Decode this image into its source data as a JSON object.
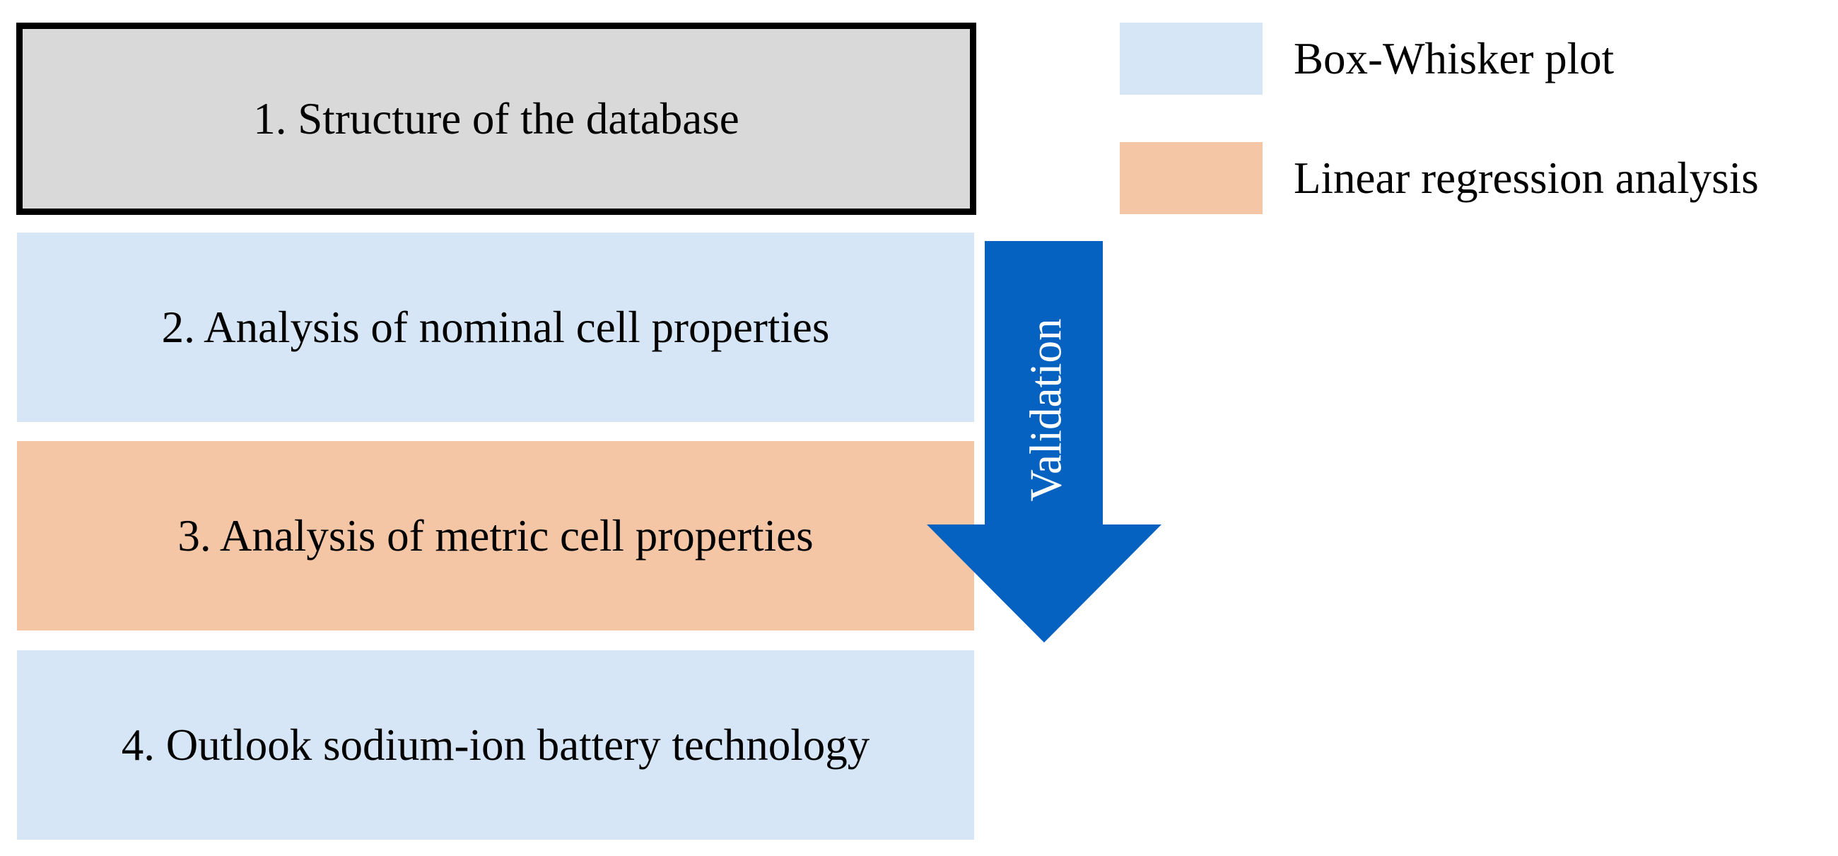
{
  "colors": {
    "gray": "#d9d9d9",
    "light_blue": "#d6e6f6",
    "peach": "#f5c6a6",
    "arrow_blue": "#0562c1",
    "border": "#000000"
  },
  "steps": [
    {
      "label": "1. Structure of the database",
      "color": "#d9d9d9"
    },
    {
      "label": "2. Analysis of nominal cell properties",
      "color": "#d6e6f6"
    },
    {
      "label": "3. Analysis of metric cell properties",
      "color": "#f5c6a6"
    },
    {
      "label": "4. Outlook sodium-ion battery technology",
      "color": "#d6e6f6"
    }
  ],
  "legend": [
    {
      "label": "Box-Whisker plot",
      "color": "#d6e6f6"
    },
    {
      "label": "Linear regression analysis",
      "color": "#f5c6a6"
    }
  ],
  "arrow": {
    "label": "Validation",
    "icon": "down-arrow-icon",
    "color": "#0562c1"
  }
}
